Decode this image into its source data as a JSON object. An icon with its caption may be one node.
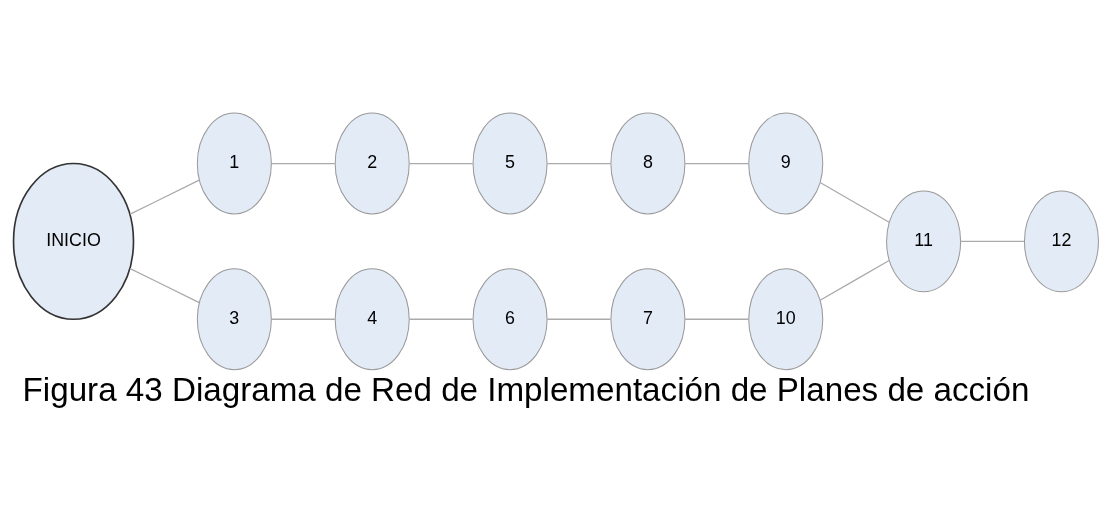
{
  "diagram": {
    "caption": "Figura 43 Diagrama de Red de Implementación de Planes de acción",
    "nodes": [
      {
        "text": [
          "INICIO"
        ]
      },
      {
        "text": [
          "1"
        ]
      },
      {
        "text": [
          "2"
        ]
      },
      {
        "text": [
          "5"
        ]
      },
      {
        "text": [
          "8"
        ]
      },
      {
        "text": [
          "9"
        ]
      },
      {
        "text": [
          "3"
        ]
      },
      {
        "text": [
          "4"
        ]
      },
      {
        "text": [
          "6"
        ]
      },
      {
        "text": [
          "7"
        ]
      },
      {
        "text": [
          "10"
        ]
      },
      {
        "text": [
          "11"
        ]
      },
      {
        "text": [
          "12"
        ]
      }
    ],
    "edges": [
      {
        "from": 0,
        "to": 1,
        "arrow": "none"
      },
      {
        "from": 1,
        "to": 2,
        "arrow": "none"
      },
      {
        "from": 2,
        "to": 3,
        "arrow": "none"
      },
      {
        "from": 3,
        "to": 4,
        "arrow": "none"
      },
      {
        "from": 4,
        "to": 5,
        "arrow": "none"
      },
      {
        "from": 0,
        "to": 6,
        "arrow": "none"
      },
      {
        "from": 6,
        "to": 7,
        "arrow": "none"
      },
      {
        "from": 7,
        "to": 8,
        "arrow": "none"
      },
      {
        "from": 8,
        "to": 9,
        "arrow": "none"
      },
      {
        "from": 9,
        "to": 10,
        "arrow": "none"
      },
      {
        "from": 5,
        "to": 11,
        "arrow": "none"
      },
      {
        "from": 10,
        "to": 11,
        "arrow": "none"
      },
      {
        "from": 11,
        "to": 12,
        "arrow": "none"
      }
    ]
  }
}
